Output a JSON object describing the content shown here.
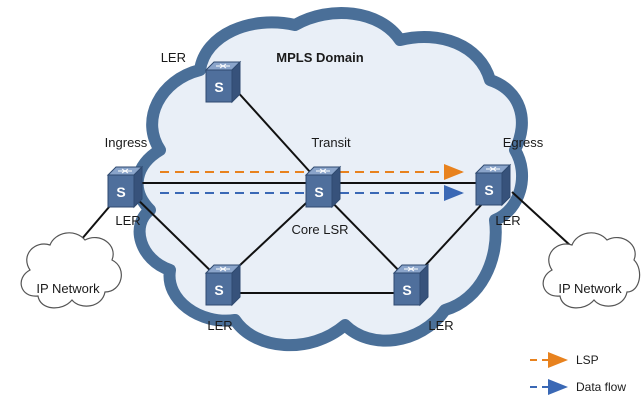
{
  "domain_title": "MPLS Domain",
  "colors": {
    "cloud_border": "#4a6f98",
    "cloud_fill": "#e9eff7",
    "device_fill": "#4f6f9c",
    "lsp_arrow": "#e8821e",
    "dataflow_arrow": "#3a68b5",
    "link": "#111111"
  },
  "nodes": {
    "ler_top": {
      "label": "LER",
      "icon": "mpls-switch-icon",
      "glyph": "S"
    },
    "ingress": {
      "role": "Ingress",
      "label": "LER",
      "icon": "mpls-switch-icon",
      "glyph": "S"
    },
    "transit": {
      "role": "Transit",
      "label": "Core LSR",
      "icon": "mpls-switch-icon",
      "glyph": "S"
    },
    "egress": {
      "role": "Egress",
      "label": "LER",
      "icon": "mpls-switch-icon",
      "glyph": "S"
    },
    "ler_bottom_left": {
      "label": "LER",
      "icon": "mpls-switch-icon",
      "glyph": "S"
    },
    "ler_bottom_right": {
      "label": "LER",
      "icon": "mpls-switch-icon",
      "glyph": "S"
    }
  },
  "ip_networks": [
    {
      "label": "IP Network",
      "icon": "cloud-icon"
    },
    {
      "label": "IP Network",
      "icon": "cloud-icon"
    }
  ],
  "legend": [
    {
      "label": "LSP",
      "color": "#e8821e"
    },
    {
      "label": "Data flow",
      "color": "#3a68b5"
    }
  ]
}
